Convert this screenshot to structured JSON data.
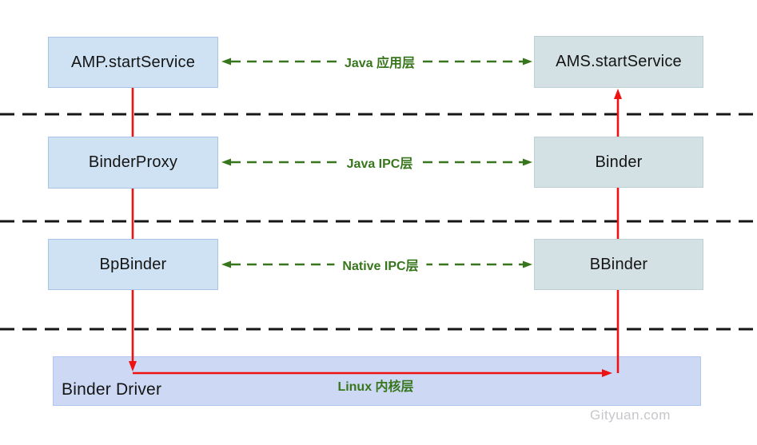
{
  "boxes": {
    "amp": {
      "label": "AMP.startService"
    },
    "binder_proxy": {
      "label": "BinderProxy"
    },
    "bp_binder": {
      "label": "BpBinder"
    },
    "ams": {
      "label": "AMS.startService"
    },
    "binder": {
      "label": "Binder"
    },
    "b_binder": {
      "label": "BBinder"
    },
    "binder_driver": {
      "label": "Binder Driver"
    }
  },
  "layer_labels": {
    "java_app": "Java 应用层",
    "java_ipc": "Java IPC层",
    "native_ipc": "Native IPC层",
    "linux_kernel": "Linux 内核层"
  },
  "watermark": "Gityuan.com",
  "colors": {
    "left_box_fill": "#cfe2f3",
    "left_box_border": "#a9c4e4",
    "right_box_fill": "#d4e1e4",
    "right_box_border": "#bdd0d4",
    "bottom_box_fill": "#cdd9f4",
    "bottom_box_border": "#aec6f0",
    "arrow_red": "#ee1212",
    "label_green": "#38761d",
    "dash_black": "#161616",
    "watermark_gray": "#c6c6cb"
  }
}
